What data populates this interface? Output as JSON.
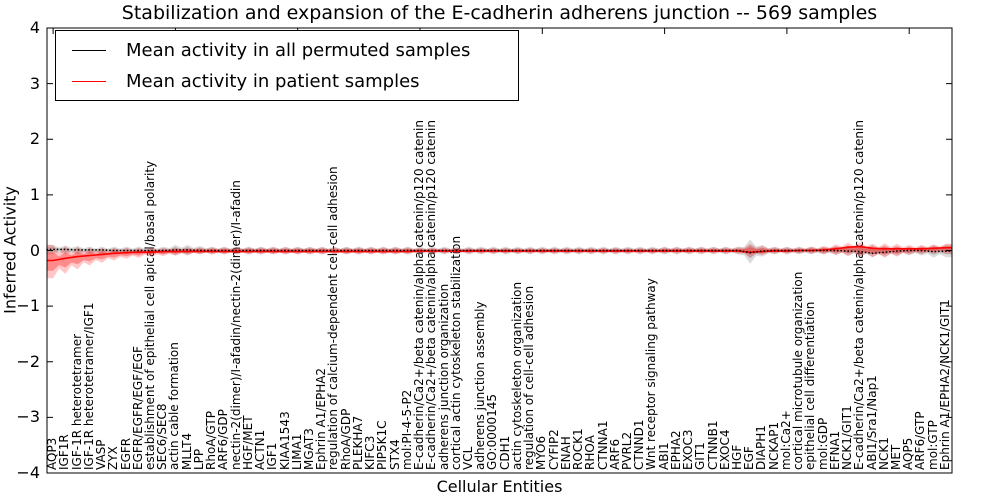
{
  "chart_data": {
    "type": "line",
    "title": "Stabilization and expansion of the E-cadherin adherens junction -- 569 samples",
    "xlabel": "Cellular Entities",
    "ylabel": "Inferred Activity",
    "ylim": [
      -4,
      4
    ],
    "yticks": [
      4,
      3,
      2,
      1,
      0,
      -1,
      -2,
      -3,
      -4
    ],
    "ytick_labels": [
      "4",
      "3",
      "2",
      "1",
      "0",
      "−1",
      "−2",
      "−3",
      "−4"
    ],
    "legend_position": "upper left",
    "grid": false,
    "categories": [
      "AQP3",
      "IGF1R",
      "IGF-1R heterotetramer",
      "IGF-1R heterotetramer/IGF1",
      "VASP",
      "ZYX",
      "EGFR",
      "EGFR/EGFR/EGF/EGF",
      "establishment of epithelial cell apical/basal polarity",
      "SEC6/SEC8",
      "actin cable formation",
      "MLLT4",
      "LPP",
      "RhoA/GTP",
      "ARF6/GDP",
      "nectin-2(dimer)/I-afadin/nectin-2(dimer)/I-afadin",
      "HGF/MET",
      "ACTN1",
      "IGF1",
      "KIAA1543",
      "LIMA1",
      "MGAT3",
      "Ephrin A1/EPHA2",
      "regulation of calcium-dependent cell-cell adhesion",
      "RhoA/GDP",
      "PLEKHA7",
      "KIFC3",
      "PIP5K1C",
      "STX4",
      "mol:PI-4-5-P2",
      "E-cadherin/Ca2+/beta catenin/alpha catenin/p120 catenin",
      "E-cadherin/Ca2+/beta catenin/alpha catenin/p120 catenin",
      "adherens junction organization",
      "cortical actin cytoskeleton stabilization",
      "VCL",
      "adherens junction assembly",
      "GO:0000145",
      "CDH1",
      "actin cytoskeleton organization",
      "regulation of cell-cell adhesion",
      "MYO6",
      "CYFIP2",
      "ENAH",
      "ROCK1",
      "RHOA",
      "CTNNA1",
      "ARF6",
      "PVRL2",
      "CTNND1",
      "Wnt receptor signaling pathway",
      "ABI1",
      "EPHA2",
      "EXOC3",
      "GIT1",
      "CTNNB1",
      "EXOC4",
      "HGF",
      "EGF",
      "DIAPH1",
      "NCKAP1",
      "mol:Ca2+",
      "cortical microtubule organization",
      "epithelial cell differentiation",
      "mol:GDP",
      "EFNA1",
      "NCK1/GIT1",
      "E-cadherin/Ca2+/beta catenin/alpha catenin/p120 catenin",
      "ABI1/Sra1/Nap1",
      "NCK1",
      "MET",
      "AQP5",
      "ARF6/GTP",
      "mol:GTP",
      "Ephrin A1/EPHA2/NCK1/GIT1"
    ],
    "series": [
      {
        "name": "Mean activity in all permuted samples",
        "color": "#000000",
        "style": "dotted",
        "values": [
          0.02,
          0.02,
          0.01,
          0.01,
          0.01,
          0.0,
          0.0,
          0.0,
          0.0,
          0.0,
          0.01,
          0.01,
          0.0,
          0.0,
          0.0,
          0.0,
          0.0,
          0.0,
          0.0,
          0.0,
          0.0,
          0.0,
          0.0,
          0.0,
          0.0,
          0.0,
          0.0,
          0.0,
          0.0,
          0.0,
          0.0,
          0.0,
          0.0,
          0.0,
          0.0,
          0.0,
          0.0,
          0.0,
          0.0,
          0.0,
          0.0,
          0.0,
          0.0,
          0.0,
          0.0,
          0.0,
          0.0,
          0.0,
          0.0,
          0.0,
          0.0,
          0.0,
          0.0,
          0.0,
          0.0,
          0.0,
          0.0,
          -0.04,
          -0.01,
          0.0,
          0.0,
          0.0,
          0.0,
          0.0,
          0.0,
          -0.01,
          -0.02,
          -0.05,
          -0.03,
          -0.01,
          0.0,
          0.0,
          -0.02,
          -0.01
        ],
        "band_upper": [
          0.1,
          0.09,
          0.08,
          0.07,
          0.07,
          0.07,
          0.07,
          0.07,
          0.07,
          0.07,
          0.1,
          0.1,
          0.08,
          0.07,
          0.07,
          0.07,
          0.07,
          0.07,
          0.07,
          0.07,
          0.07,
          0.07,
          0.07,
          0.07,
          0.07,
          0.07,
          0.07,
          0.07,
          0.07,
          0.07,
          0.07,
          0.07,
          0.07,
          0.07,
          0.07,
          0.07,
          0.07,
          0.07,
          0.07,
          0.07,
          0.07,
          0.07,
          0.07,
          0.07,
          0.07,
          0.07,
          0.07,
          0.07,
          0.07,
          0.07,
          0.07,
          0.07,
          0.07,
          0.07,
          0.07,
          0.07,
          0.07,
          0.2,
          0.1,
          0.07,
          0.07,
          0.07,
          0.07,
          0.07,
          0.08,
          0.09,
          0.1,
          0.1,
          0.09,
          0.08,
          0.07,
          0.08,
          0.1,
          0.11
        ],
        "band_lower": [
          -0.07,
          -0.07,
          -0.07,
          -0.07,
          -0.07,
          -0.07,
          -0.07,
          -0.07,
          -0.07,
          -0.07,
          -0.09,
          -0.09,
          -0.07,
          -0.07,
          -0.07,
          -0.07,
          -0.07,
          -0.07,
          -0.07,
          -0.07,
          -0.07,
          -0.07,
          -0.07,
          -0.07,
          -0.07,
          -0.07,
          -0.07,
          -0.07,
          -0.07,
          -0.07,
          -0.07,
          -0.07,
          -0.07,
          -0.07,
          -0.07,
          -0.07,
          -0.07,
          -0.07,
          -0.07,
          -0.07,
          -0.07,
          -0.07,
          -0.07,
          -0.07,
          -0.07,
          -0.07,
          -0.07,
          -0.07,
          -0.07,
          -0.07,
          -0.07,
          -0.07,
          -0.07,
          -0.07,
          -0.07,
          -0.07,
          -0.07,
          -0.24,
          -0.11,
          -0.07,
          -0.07,
          -0.07,
          -0.07,
          -0.07,
          -0.08,
          -0.09,
          -0.1,
          -0.12,
          -0.11,
          -0.09,
          -0.08,
          -0.09,
          -0.13,
          -0.12
        ]
      },
      {
        "name": "Mean activity in patient samples",
        "color": "#ff0000",
        "style": "solid",
        "values": [
          -0.18,
          -0.14,
          -0.11,
          -0.09,
          -0.07,
          -0.05,
          -0.04,
          -0.03,
          -0.03,
          -0.02,
          -0.02,
          -0.02,
          -0.02,
          -0.02,
          -0.02,
          -0.02,
          -0.02,
          -0.02,
          -0.02,
          -0.02,
          -0.02,
          -0.02,
          -0.02,
          -0.02,
          -0.02,
          -0.02,
          -0.02,
          -0.02,
          -0.02,
          -0.02,
          -0.01,
          -0.01,
          -0.01,
          -0.01,
          -0.01,
          -0.01,
          -0.01,
          -0.01,
          -0.01,
          -0.01,
          -0.01,
          -0.01,
          -0.01,
          -0.01,
          -0.01,
          -0.01,
          -0.01,
          -0.01,
          -0.01,
          -0.01,
          -0.01,
          -0.01,
          -0.01,
          -0.01,
          -0.01,
          -0.01,
          -0.01,
          -0.03,
          -0.02,
          -0.01,
          -0.01,
          0.0,
          0.0,
          0.01,
          0.03,
          0.06,
          0.07,
          0.04,
          0.03,
          0.03,
          0.03,
          0.03,
          0.04,
          0.05
        ],
        "band_upper": [
          0.1,
          0.08,
          0.07,
          0.06,
          0.05,
          0.05,
          0.05,
          0.05,
          0.05,
          0.05,
          0.06,
          0.06,
          0.06,
          0.06,
          0.06,
          0.06,
          0.06,
          0.06,
          0.06,
          0.06,
          0.06,
          0.06,
          0.06,
          0.06,
          0.06,
          0.06,
          0.06,
          0.06,
          0.06,
          0.06,
          0.05,
          0.05,
          0.05,
          0.05,
          0.05,
          0.05,
          0.05,
          0.05,
          0.05,
          0.05,
          0.05,
          0.05,
          0.05,
          0.05,
          0.05,
          0.05,
          0.05,
          0.05,
          0.05,
          0.05,
          0.06,
          0.06,
          0.06,
          0.06,
          0.06,
          0.06,
          0.06,
          0.12,
          0.08,
          0.06,
          0.06,
          0.06,
          0.07,
          0.08,
          0.11,
          0.14,
          0.15,
          0.12,
          0.13,
          0.12,
          0.1,
          0.1,
          0.11,
          0.12
        ],
        "band_lower": [
          -0.5,
          -0.42,
          -0.34,
          -0.27,
          -0.22,
          -0.18,
          -0.15,
          -0.13,
          -0.11,
          -0.1,
          -0.09,
          -0.08,
          -0.07,
          -0.07,
          -0.07,
          -0.07,
          -0.07,
          -0.07,
          -0.07,
          -0.07,
          -0.07,
          -0.07,
          -0.07,
          -0.07,
          -0.07,
          -0.07,
          -0.07,
          -0.07,
          -0.07,
          -0.07,
          -0.06,
          -0.06,
          -0.06,
          -0.06,
          -0.06,
          -0.06,
          -0.06,
          -0.06,
          -0.06,
          -0.06,
          -0.06,
          -0.06,
          -0.06,
          -0.06,
          -0.06,
          -0.06,
          -0.06,
          -0.06,
          -0.06,
          -0.06,
          -0.06,
          -0.06,
          -0.06,
          -0.06,
          -0.06,
          -0.06,
          -0.06,
          -0.13,
          -0.08,
          -0.06,
          -0.06,
          -0.06,
          -0.06,
          -0.07,
          -0.08,
          -0.1,
          -0.11,
          -0.12,
          -0.13,
          -0.11,
          -0.08,
          -0.07,
          -0.06,
          -0.06
        ]
      }
    ]
  }
}
